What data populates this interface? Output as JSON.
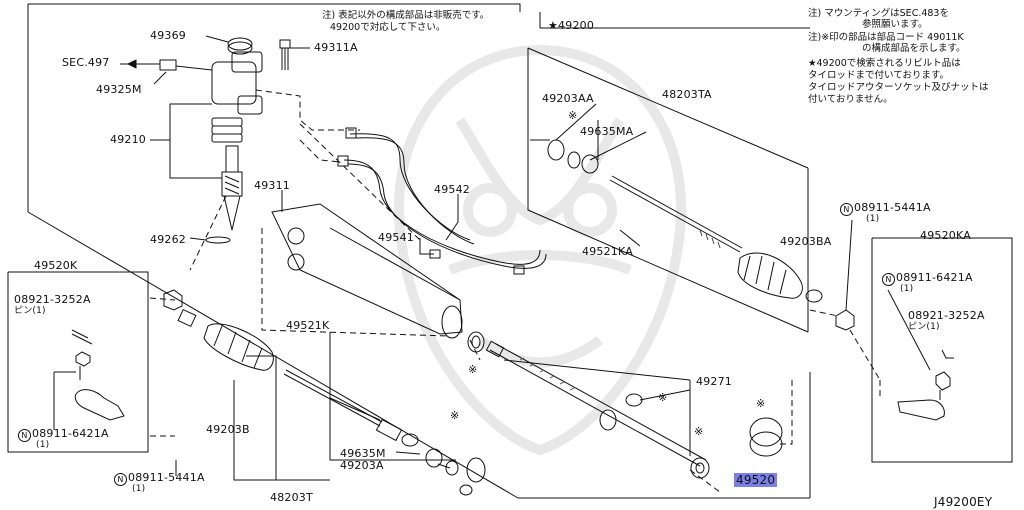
{
  "labels": {
    "p49369": "49369",
    "p49311A": "49311A",
    "sec497": "SEC.497",
    "p49325M": "49325M",
    "p49210": "49210",
    "p49262": "49262",
    "p49311": "49311",
    "p49542": "49542",
    "p49541": "49541",
    "p49200": "★49200",
    "p49203AA": "49203AA",
    "p49635MA": "49635MA",
    "p48203TA": "48203TA",
    "p49521KA": "49521KA",
    "p49203BA": "49203BA",
    "p49520KA": "49520KA",
    "p08911_5441A_r": "08911-5441A",
    "p08911_5441A_r_q": "(1)",
    "p08911_6421A_r": "08911-6421A",
    "p08911_6421A_r_q": "(1)",
    "p08921_3252A_r": "08921-3252A",
    "p08921_3252A_r_q": "ピン(1)",
    "p49520K": "49520K",
    "p08921_3252A_l": "08921-3252A",
    "p08921_3252A_l_q": "ピン(1)",
    "p08911_6421A_l": "08911-6421A",
    "p08911_6421A_l_q": "(1)",
    "p49521K": "49521K",
    "p49271": "49271",
    "p49203B": "49203B",
    "p49635M": "49635M",
    "p49203A": "49203A",
    "p08911_5441A_l": "08911-5441A",
    "p08911_5441A_l_q": "(1)",
    "p48203T": "48203T",
    "p49520": "49520",
    "diagram_code": "J49200EY",
    "star1": "※",
    "n_marker": "N"
  },
  "notes": {
    "top_center_1": "注) 表記以外の構成部品は非販売です。",
    "top_center_2": "49200で対応して下さい。",
    "right_1": "注) マウンティングはSEC.483を",
    "right_2": "参照願います。",
    "right_3": "注)※印の部品は部品コード 49011K",
    "right_4": "の構成部品を示します。",
    "right_5": "★49200で検索されるリビルト品は",
    "right_6": "タイロッドまで付いております。",
    "right_7": "タイロッドアウターソケット及びナットは",
    "right_8": "付いておりません。"
  },
  "colors": {
    "ink": "#111111",
    "highlight": "#7b7fe6",
    "watermark": "#e6e6e6"
  }
}
